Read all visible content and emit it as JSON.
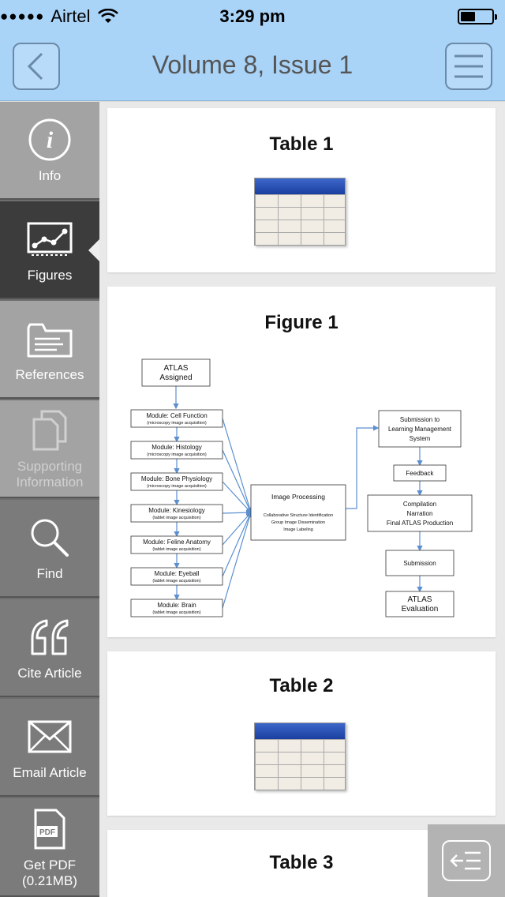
{
  "status": {
    "carrier": "Airtel",
    "time": "3:29 pm",
    "battery_level": 0.35
  },
  "nav": {
    "title": "Volume 8, Issue 1",
    "back_icon": "chevron-left-icon",
    "menu_icon": "hamburger-menu-icon"
  },
  "sidebar": {
    "items": [
      {
        "label": "Info",
        "icon": "info-icon",
        "state": "normal"
      },
      {
        "label": "Figures",
        "icon": "chart-icon",
        "state": "selected"
      },
      {
        "label": "References",
        "icon": "folder-icon",
        "state": "normal"
      },
      {
        "label": "Supporting Information",
        "icon": "documents-icon",
        "state": "disabled"
      },
      {
        "label": "Find",
        "icon": "search-icon",
        "state": "normal"
      },
      {
        "label": "Cite Article",
        "icon": "quote-icon",
        "state": "normal"
      },
      {
        "label": "Email Article",
        "icon": "envelope-icon",
        "state": "normal"
      },
      {
        "label": "Get PDF\n(0.21MB)",
        "icon": "pdf-icon",
        "state": "normal"
      }
    ]
  },
  "cards": [
    {
      "title": "Table 1",
      "type": "table"
    },
    {
      "title": "Figure 1",
      "type": "figure"
    },
    {
      "title": "Table 2",
      "type": "table"
    },
    {
      "title": "Table 3",
      "type": "table"
    }
  ],
  "figure1": {
    "start": [
      "ATLAS",
      "Assigned"
    ],
    "modules": [
      {
        "name": "Module: Cell Function",
        "sub": "(microscopy image acquisition)"
      },
      {
        "name": "Module: Histology",
        "sub": "(microscopy image acquisition)"
      },
      {
        "name": "Module: Bone Physiology",
        "sub": "(microscopy image acquisition)"
      },
      {
        "name": "Module: Kinesiology",
        "sub": "(tablet image acquisition)"
      },
      {
        "name": "Module: Feline Anatomy",
        "sub": "(tablet image acquisition)"
      },
      {
        "name": "Module: Eyeball",
        "sub": "(tablet image acquisition)"
      },
      {
        "name": "Module: Brain",
        "sub": "(tablet image acquisition)"
      }
    ],
    "processing": {
      "title": "Image Processing",
      "lines": [
        "Collaborative Structure Identification",
        "Group Image Dissemination",
        "Image Labeling"
      ]
    },
    "right_steps": [
      [
        "Submission to",
        "Learning Management",
        "System"
      ],
      [
        "Feedback"
      ],
      [
        "Compilation",
        "Narration",
        "Final ATLAS Production"
      ],
      [
        "Submission"
      ],
      [
        "ATLAS",
        "Evaluation"
      ]
    ]
  },
  "float_button_icon": "collapse-menu-icon"
}
